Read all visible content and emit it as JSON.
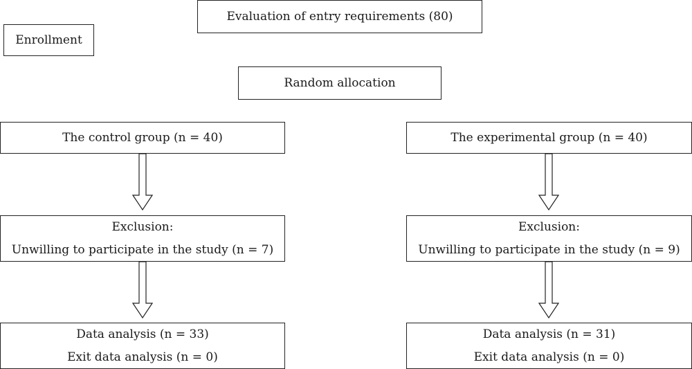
{
  "enrollment": {
    "label": "Enrollment"
  },
  "evaluation": {
    "label": "Evaluation of entry requirements (80)"
  },
  "allocation": {
    "label": "Random allocation"
  },
  "control": {
    "group": "The control group (n = 40)",
    "exclusion_title": "Exclusion:",
    "exclusion_detail": "Unwilling to participate in the study (n = 7)",
    "analysis": "Data analysis (n = 33)",
    "exit": "Exit data analysis (n = 0)"
  },
  "experimental": {
    "group": "The experimental group (n = 40)",
    "exclusion_title": "Exclusion:",
    "exclusion_detail": "Unwilling to participate in the study (n = 9)",
    "analysis": "Data analysis (n = 31)",
    "exit": "Exit data analysis (n = 0)"
  }
}
